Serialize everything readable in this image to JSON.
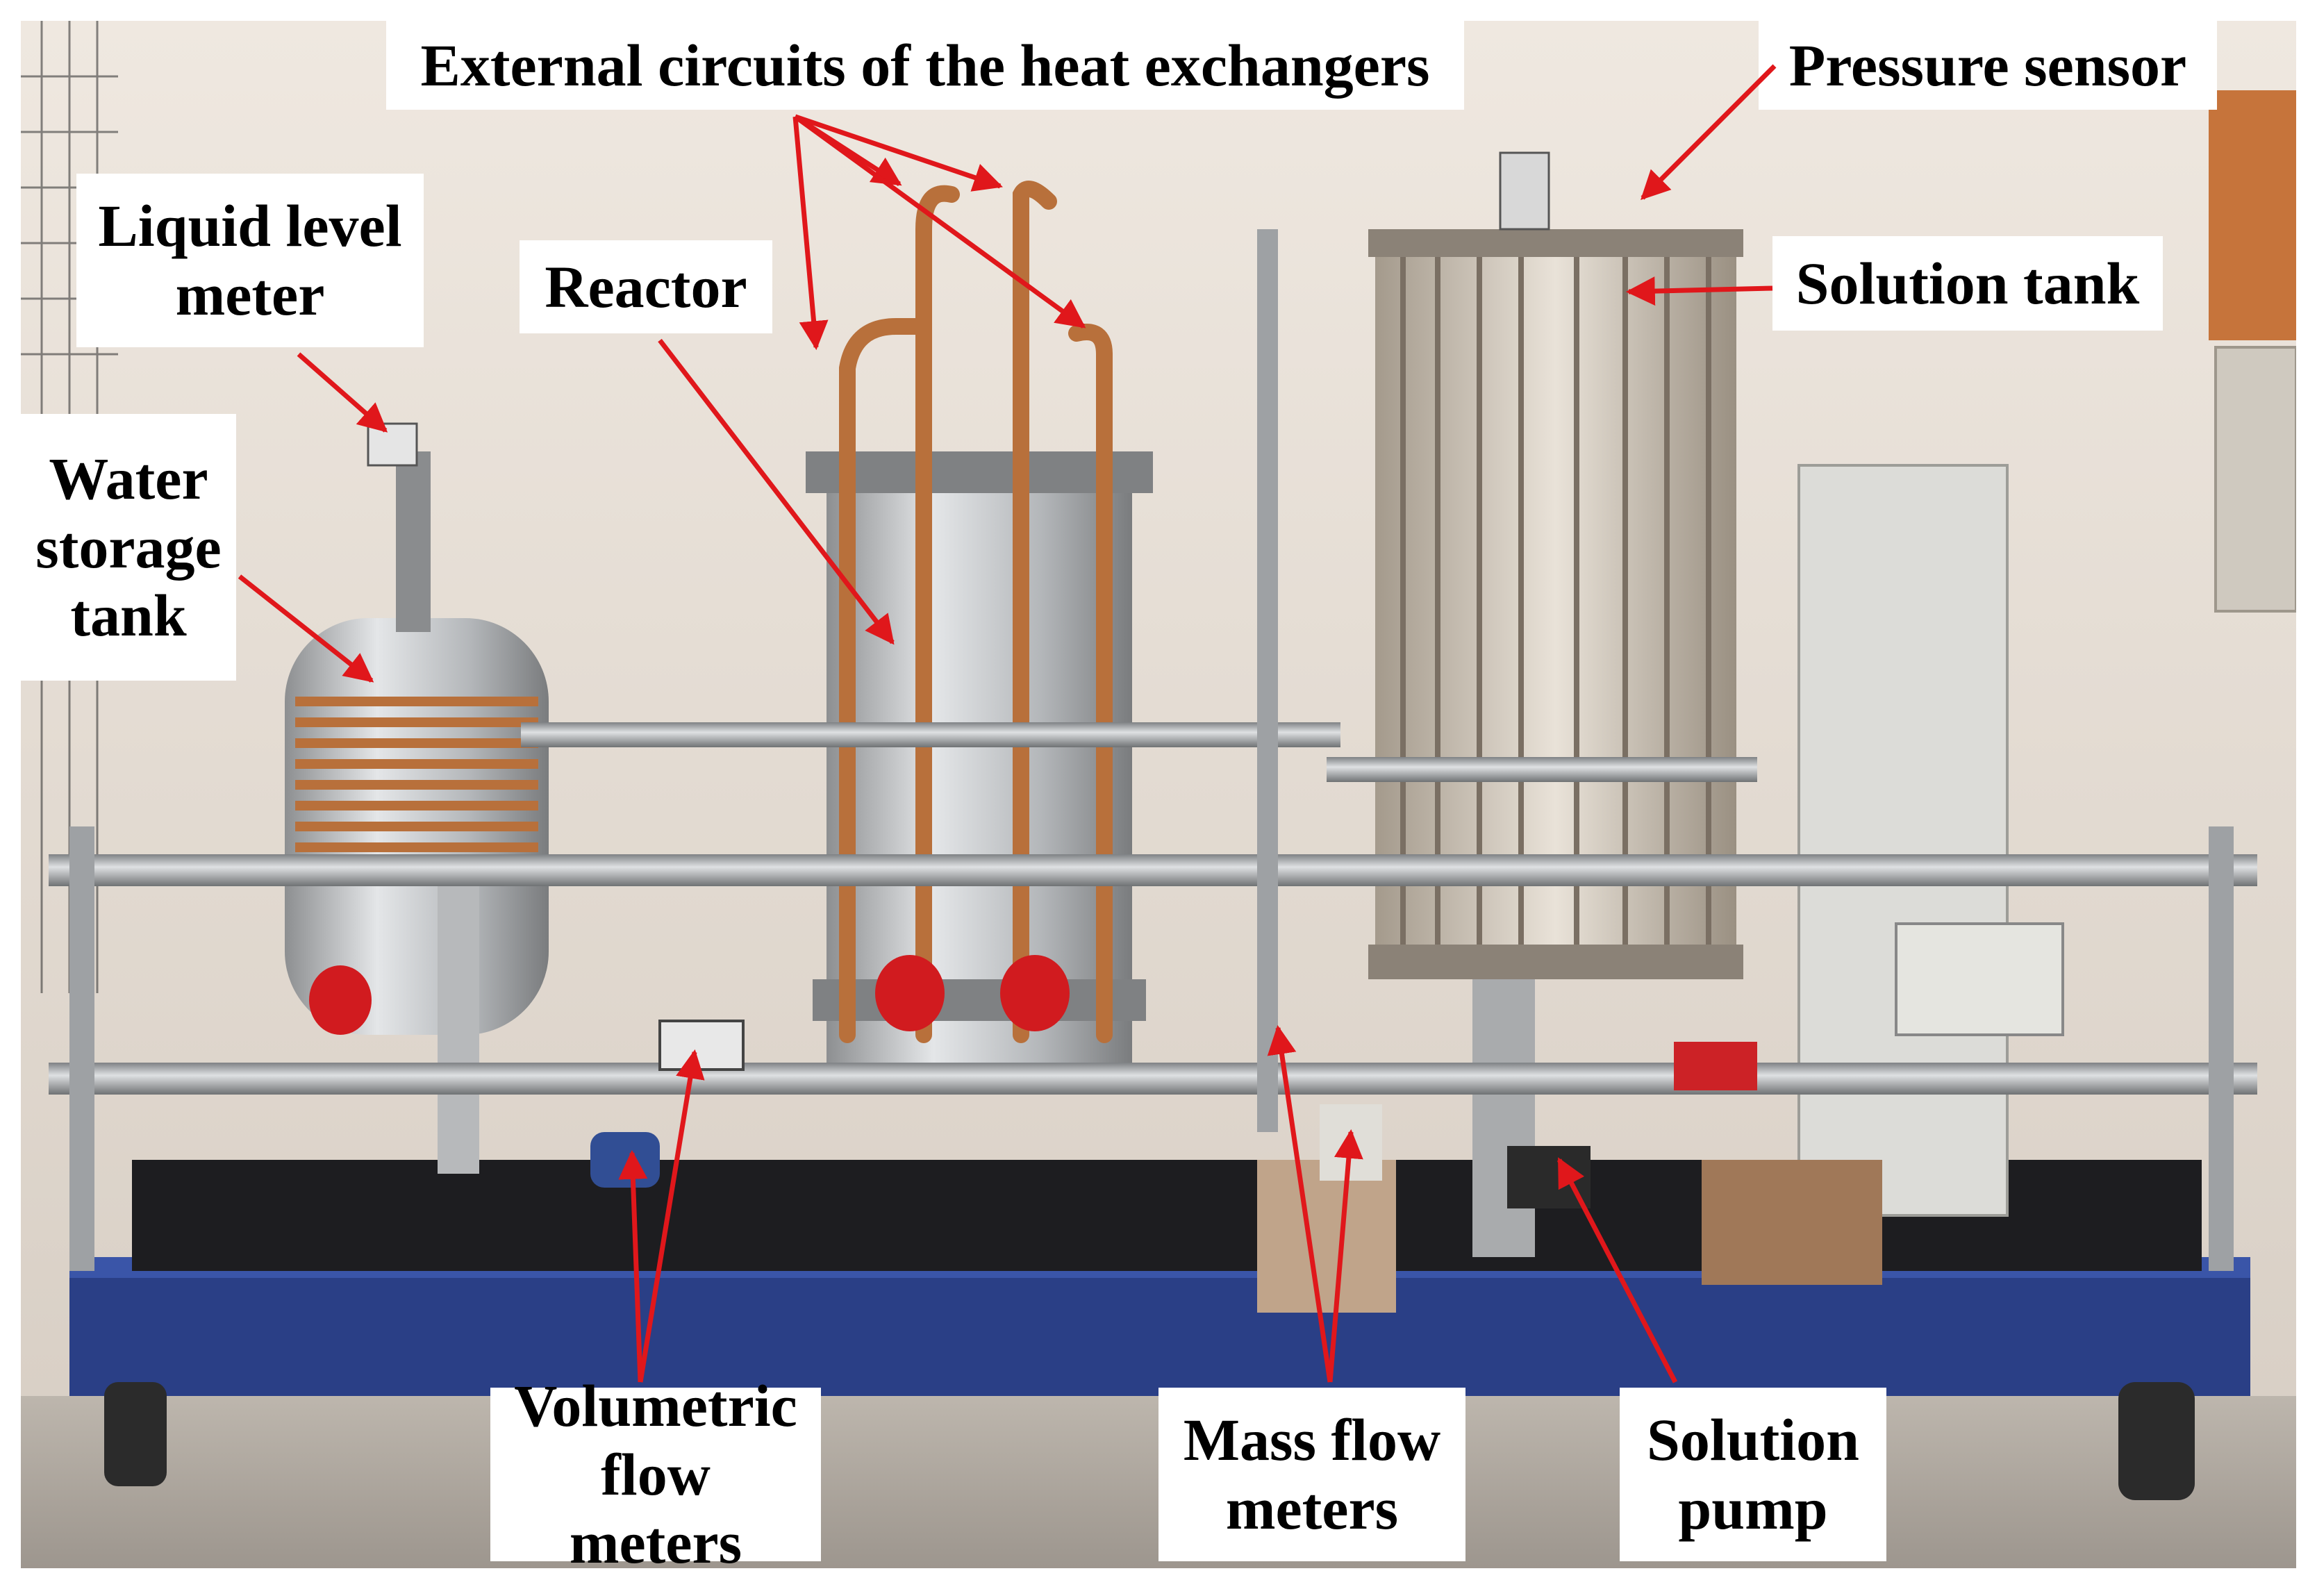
{
  "labels": {
    "external_circuits": "External circuits of the heat exchangers",
    "pressure_sensor": "Pressure sensor",
    "solution_tank": "Solution tank",
    "reactor": "Reactor",
    "liquid_level_meter": "Liquid level\nmeter",
    "water_storage_tank": "Water\nstorage\ntank",
    "volumetric_flow_meters": "Volumetric\nflow meters",
    "mass_flow_meters": "Mass flow\nmeters",
    "solution_pump": "Solution\npump"
  },
  "colors": {
    "arrow": "#e0171b",
    "label_background": "#ffffff",
    "frame_blue": "#2a3f86",
    "copper": "#b8703b"
  }
}
